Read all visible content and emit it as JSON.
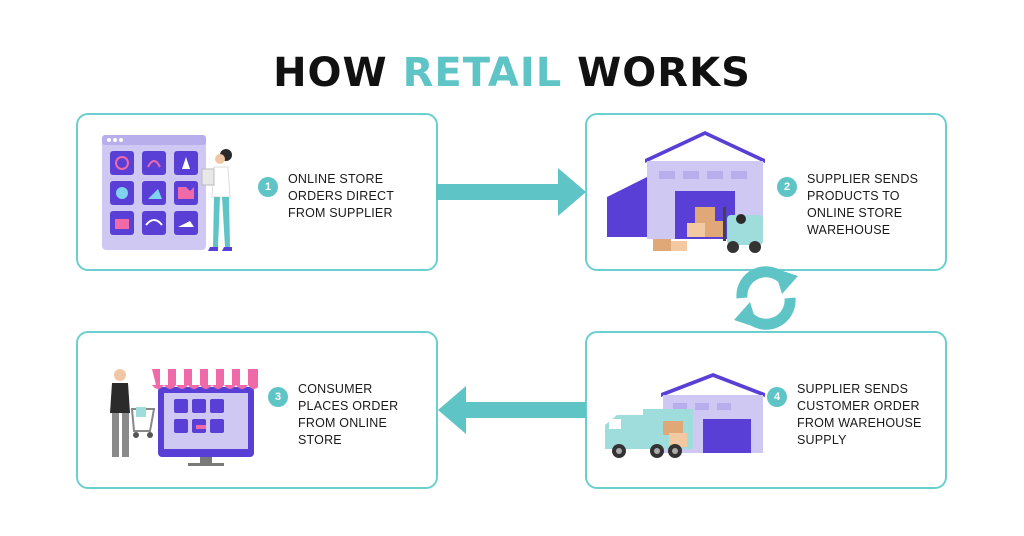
{
  "title": {
    "part1": "HOW ",
    "part2": "RETAIL",
    "part3": " WORKS"
  },
  "colors": {
    "accent": "#5fc4c6",
    "border": "#6ccfcf",
    "purple": "#5a3fd6",
    "lavender": "#cfc8f2",
    "pink": "#f06aa8"
  },
  "steps": [
    {
      "number": "1",
      "lines": [
        "ONLINE STORE",
        "ORDERS DIRECT",
        "FROM SUPPLIER"
      ]
    },
    {
      "number": "2",
      "lines": [
        "SUPPLIER SENDS",
        "PRODUCTS TO",
        "ONLINE STORE",
        "WAREHOUSE"
      ]
    },
    {
      "number": "3",
      "lines": [
        "CONSUMER",
        "PLACES ORDER",
        "FROM ONLINE",
        "STORE"
      ]
    },
    {
      "number": "4",
      "lines": [
        "SUPPLIER SENDS",
        "CUSTOMER ORDER",
        "FROM WAREHOUSE",
        "SUPPLY"
      ]
    }
  ],
  "icons": {
    "step1": "online-store-shopper-icon",
    "step2": "warehouse-forklift-icon",
    "step3": "storefront-consumer-icon",
    "step4": "warehouse-truck-icon",
    "cycle": "cycle-arrows-icon"
  }
}
